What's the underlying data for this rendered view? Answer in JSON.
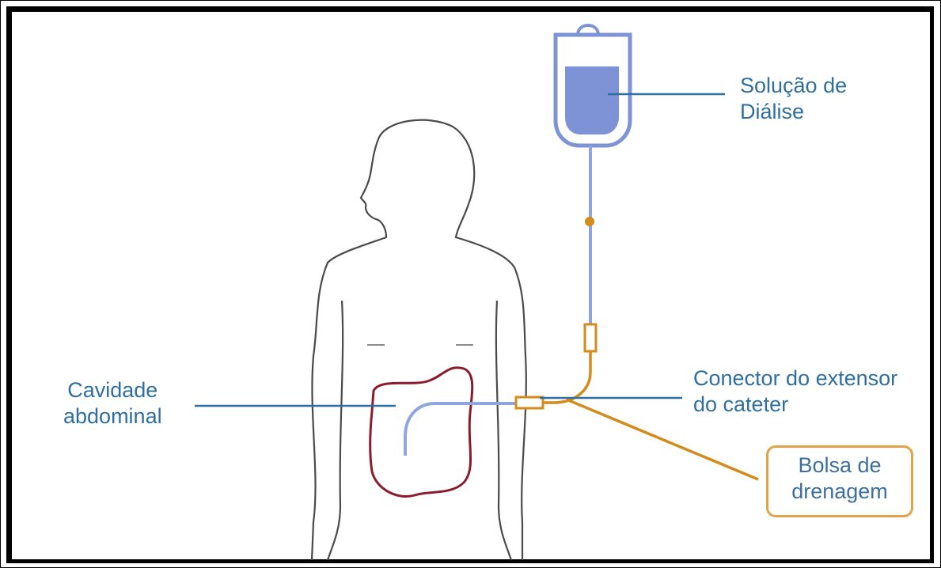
{
  "labels": {
    "dialysis_solution": [
      "Solução de",
      "Diálise"
    ],
    "abdominal_cavity": [
      "Cavidade",
      "abdominal"
    ],
    "catheter_connector": [
      "Conector do extensor",
      "do cateter"
    ],
    "drainage_bag": [
      "Bolsa de",
      "drenagem"
    ]
  },
  "colors": {
    "outline": "#4a4a4a",
    "tube_blue": "#8ea6dd",
    "bag_fill": "#7d93d6",
    "label_blue": "#2f6fa0",
    "orange": "#d38b1b",
    "cavity": "#8b1c2b"
  }
}
